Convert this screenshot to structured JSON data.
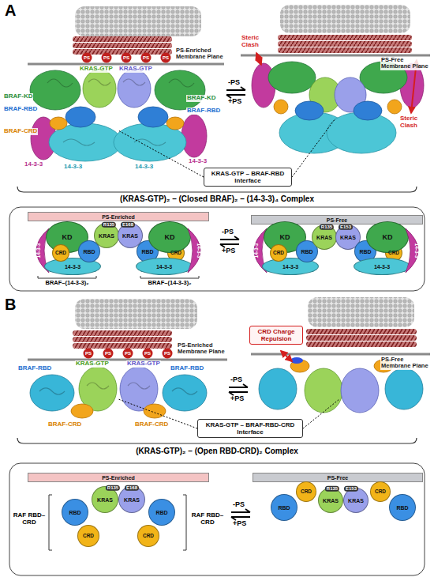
{
  "diagram": {
    "nodes": [
      {
        "text": [
          "KRAS-GTP – BRAF-RBD Interface"
        ]
      },
      {
        "text": [
          "PS-Enriched"
        ]
      },
      {
        "text": [
          "14-3-3"
        ]
      },
      {
        "text": [
          "14-3-3"
        ]
      },
      {
        "text": [
          "KD"
        ]
      },
      {
        "text": [
          "CRD"
        ]
      },
      {
        "text": [
          "RBD"
        ]
      },
      {
        "text": [
          "KRAS"
        ]
      },
      {
        "text": [
          "KRAS"
        ]
      },
      {
        "text": [
          "RBD"
        ]
      },
      {
        "text": [
          "CRD"
        ]
      },
      {
        "text": [
          "KD"
        ]
      },
      {
        "text": [
          "14-3-3"
        ]
      },
      {
        "text": [
          "14-3-3"
        ]
      },
      {
        "text": [
          "PS-Free"
        ]
      },
      {
        "text": [
          "14-3-3"
        ]
      },
      {
        "text": [
          "14-3-3"
        ]
      },
      {
        "text": [
          "KD"
        ]
      },
      {
        "text": [
          "CRD"
        ]
      },
      {
        "text": [
          "RBD"
        ]
      },
      {
        "text": [
          "KRAS"
        ]
      },
      {
        "text": [
          "KRAS"
        ]
      },
      {
        "text": [
          "RBD"
        ]
      },
      {
        "text": [
          "CRD"
        ]
      },
      {
        "text": [
          "KD"
        ]
      },
      {
        "text": [
          "14-3-3"
        ]
      },
      {
        "text": [
          "14-3-3"
        ]
      },
      {
        "text": [
          "CRD Charge Repulsion"
        ]
      },
      {
        "text": [
          "KRAS-GTP – BRAF-RBD-CRD Interface"
        ]
      },
      {
        "text": [
          "PS-Enriched"
        ]
      },
      {
        "text": [
          "RBD"
        ]
      },
      {
        "text": [
          "CRD"
        ]
      },
      {
        "text": [
          "KRAS"
        ]
      },
      {
        "text": [
          "KRAS"
        ]
      },
      {
        "text": [
          "RBD"
        ]
      },
      {
        "text": [
          "CRD"
        ]
      },
      {
        "text": [
          "PS-Free"
        ]
      },
      {
        "text": [
          "RBD"
        ]
      },
      {
        "text": [
          "CRD"
        ]
      },
      {
        "text": [
          "KRAS"
        ]
      },
      {
        "text": [
          "KRAS"
        ]
      },
      {
        "text": [
          "CRD"
        ]
      },
      {
        "text": [
          "RBD"
        ]
      }
    ],
    "labels": [
      "A",
      "PS",
      "PS",
      "PS",
      "PS",
      "PS",
      "PS-Enriched Membrane Plane",
      "KRAS-GTP",
      "KRAS-GTP",
      "BRAF-KD",
      "BRAF-RBD",
      "BRAF-CRD",
      "BRAF-KD",
      "BRAF-RBD",
      "14-3-3",
      "14-3-3",
      "14-3-3",
      "14-3-3",
      "-PS",
      "+PS",
      "Steric Clash",
      "PS-Free Membrane Plane",
      "Steric Clash",
      "(KRAS-GTP)₂ – (Closed BRAF)₂ – (14-3-3)₄ Complex",
      "R135",
      "E168",
      "BRAF–(14-3-3)₂",
      "BRAF–(14-3-3)₂",
      "-PS",
      "+PS",
      "R135",
      "E153",
      "B",
      "PS",
      "PS",
      "PS",
      "PS",
      "PS",
      "PS-Enriched Membrane Plane",
      "KRAS-GTP",
      "KRAS-GTP",
      "BRAF-RBD",
      "BRAF-RBD",
      "BRAF-CRD",
      "BRAF-CRD",
      "-PS",
      "+PS",
      "PS-Free Membrane Plane",
      "(KRAS-GTP)₂ – (Open RBD-CRD)₂ Complex",
      "R135",
      "E168",
      "RAF RBD–CRD",
      "RAF RBD–CRD",
      "-PS",
      "+PS",
      "R135",
      "E153"
    ]
  }
}
